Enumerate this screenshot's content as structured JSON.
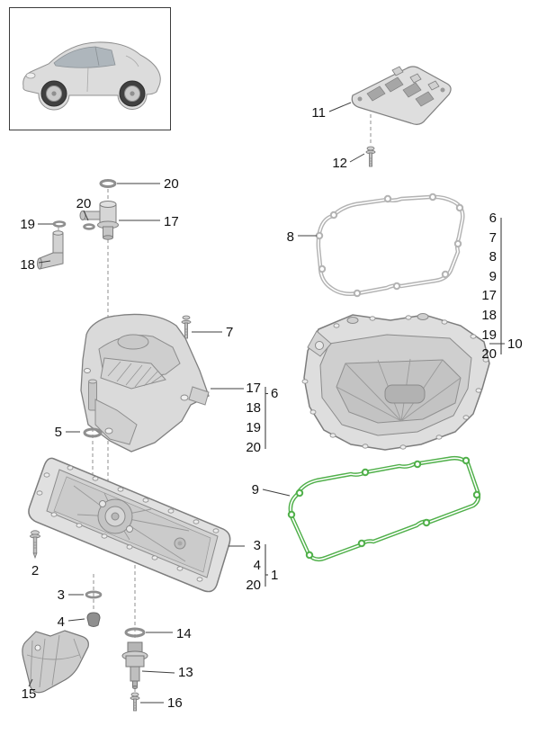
{
  "callouts": [
    "20",
    "19",
    "20",
    "17",
    "18",
    "11",
    "12",
    "8",
    "7",
    "6",
    "7",
    "8",
    "9",
    "17",
    "18",
    "19",
    "20",
    "10",
    "17",
    "6",
    "18",
    "19",
    "20",
    "5",
    "2",
    "3",
    "4",
    "20",
    "1",
    "3",
    "4",
    "14",
    "13",
    "15",
    "16",
    "9"
  ],
  "assembly_groups": {
    "item_10_includes": [
      "6",
      "7",
      "8",
      "9",
      "17",
      "18",
      "19",
      "20"
    ],
    "item_6_includes": [
      "17",
      "18",
      "19",
      "20"
    ],
    "item_1_includes": [
      "3",
      "4",
      "20"
    ]
  },
  "colors": {
    "gasket_green": "#50b04a",
    "gasket_grey": "#b3b3b3",
    "part_fill": "#dcdcdc",
    "outline": "#7d7d7d",
    "label_text": "#111111"
  },
  "icons": {
    "vehicle_thumbnail": "sports-car-side-view"
  }
}
